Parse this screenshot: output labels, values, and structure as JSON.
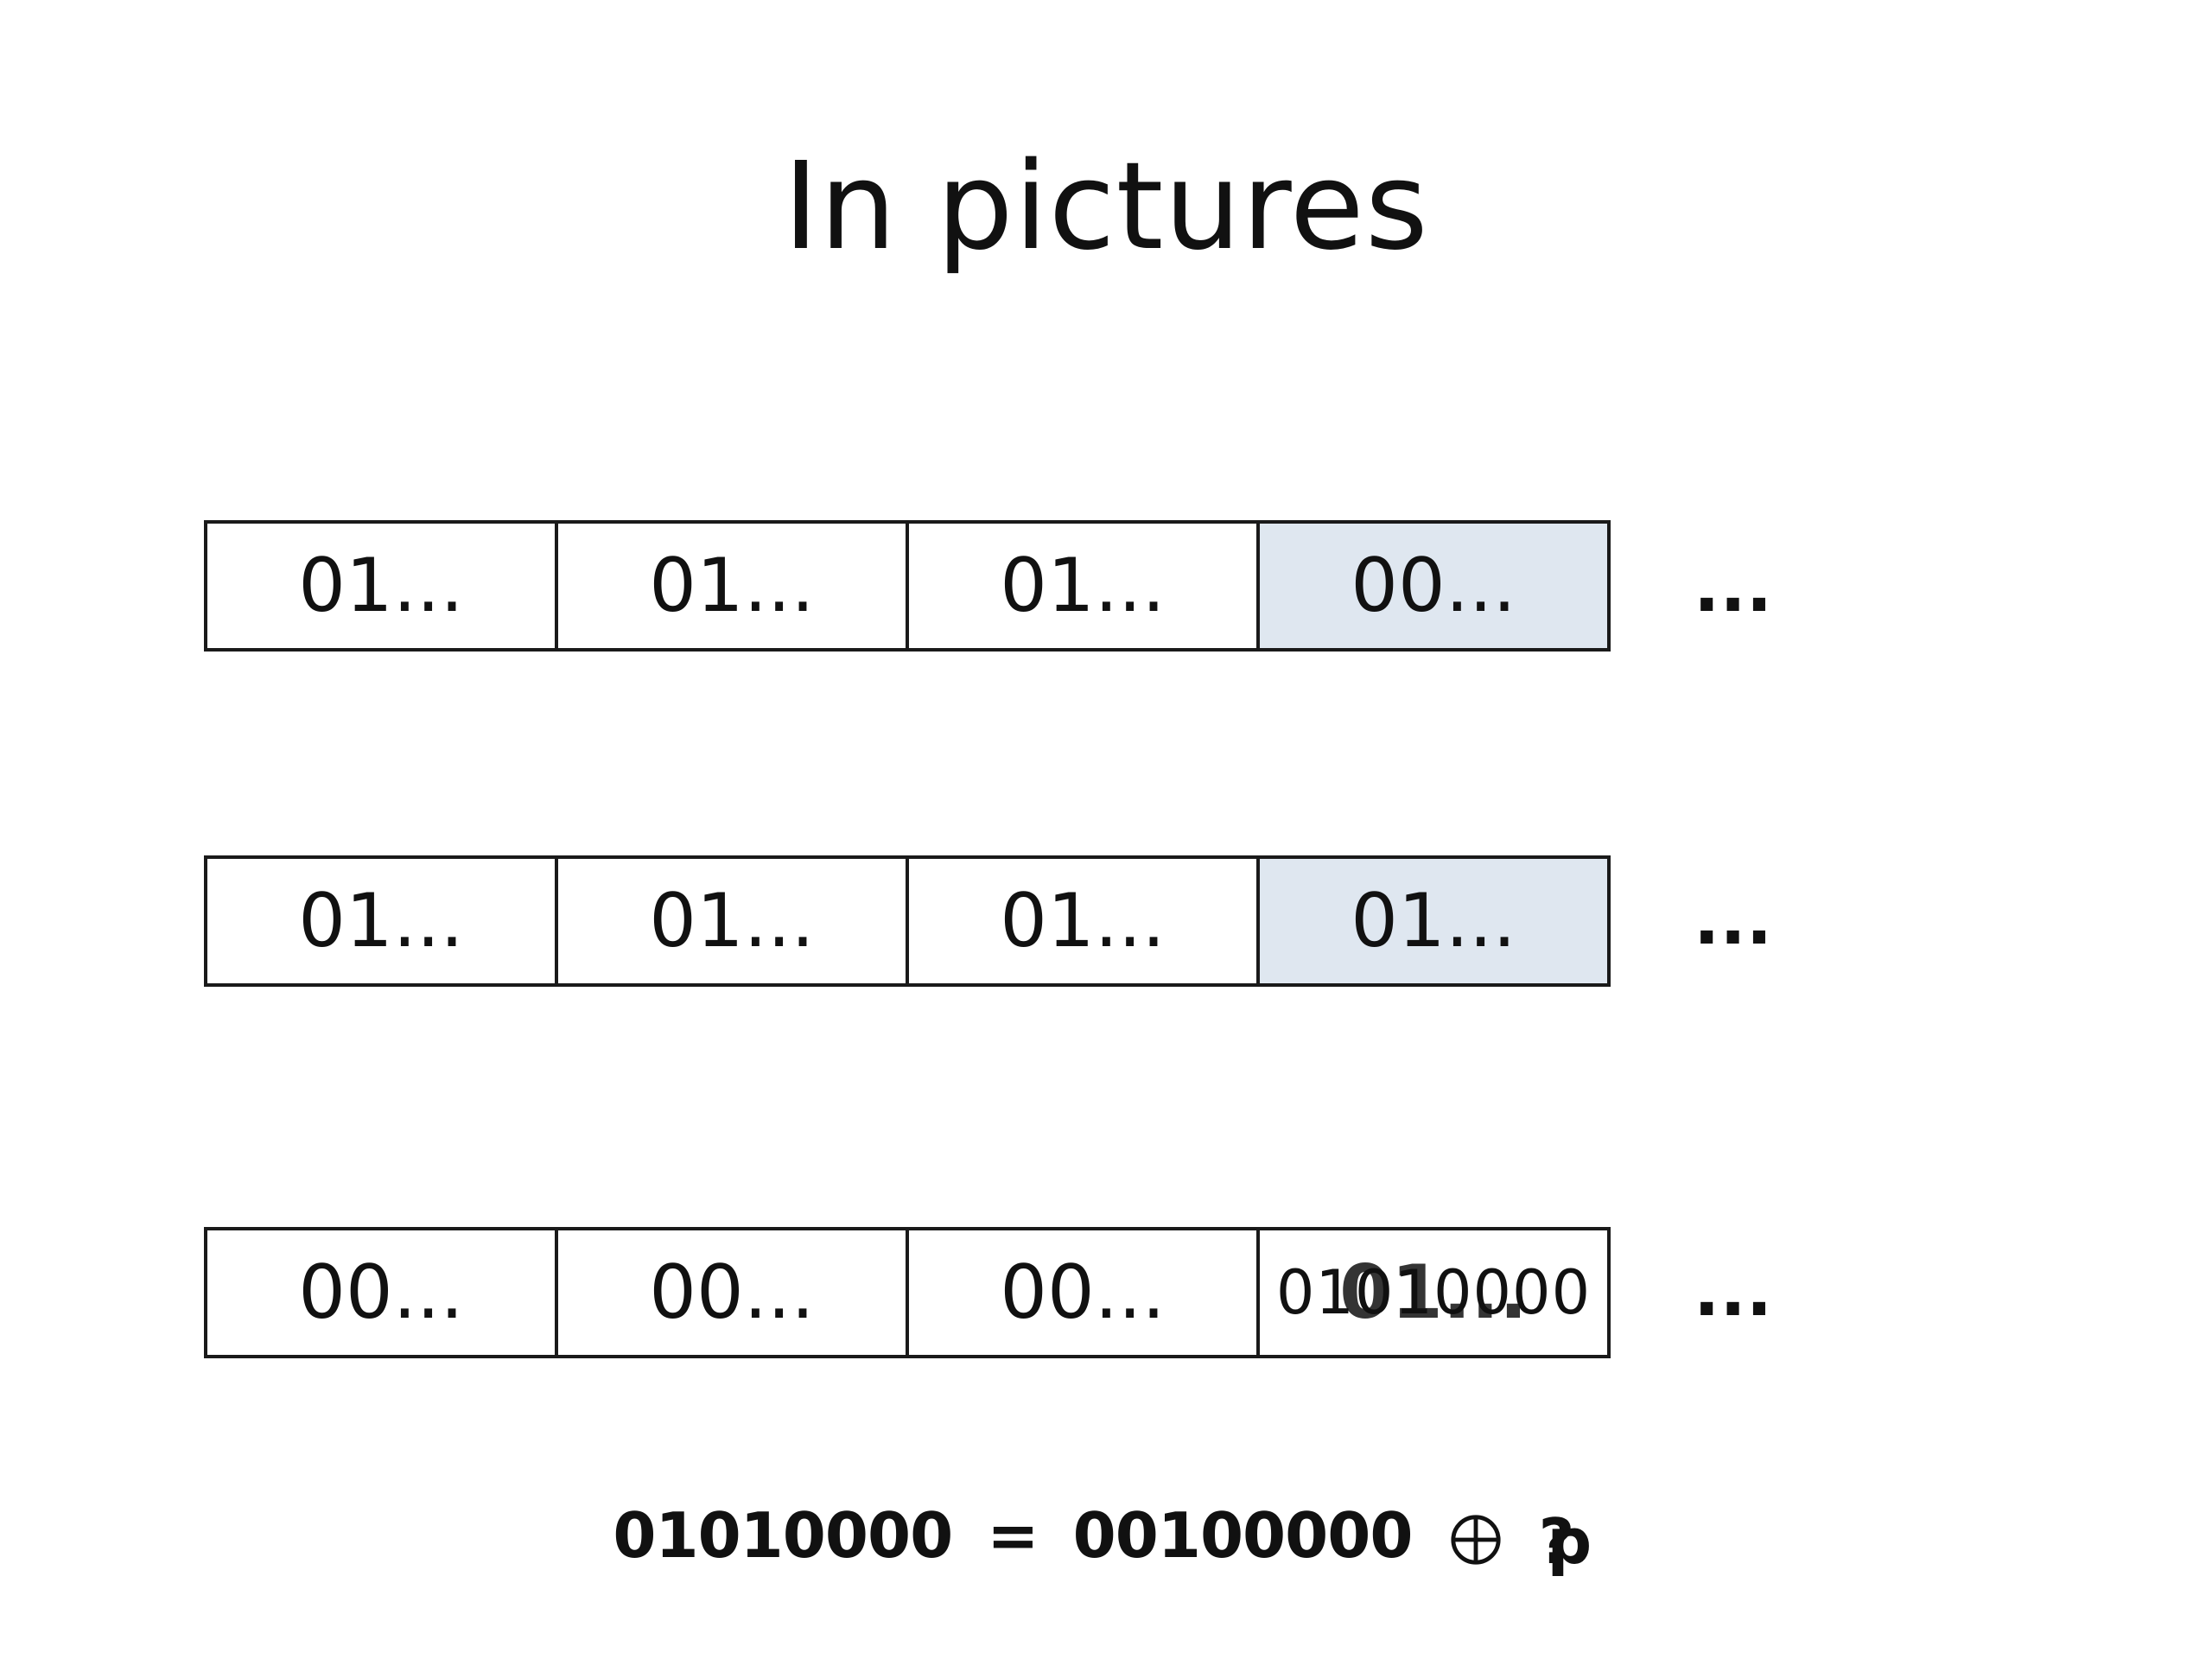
{
  "title": "In pictures",
  "rows": [
    {
      "cells": [
        "01...",
        "01...",
        "01...",
        "00..."
      ],
      "highlight_index": 3
    },
    {
      "cells": [
        "01...",
        "01...",
        "01...",
        "01..."
      ],
      "highlight_index": 3
    },
    {
      "cells": [
        "00...",
        "00...",
        "00...",
        ""
      ],
      "last_cell_overlap": [
        "01010000",
        "01..."
      ]
    }
  ],
  "ellipsis": "...",
  "equation": {
    "left": "01010000",
    "equals": "=",
    "right": "00100000",
    "operator_icon": "xor-icon",
    "trailing_overlap": [
      "?",
      "p"
    ]
  },
  "colors": {
    "highlight": "#dfe7f0",
    "border": "#1a1a1a"
  }
}
